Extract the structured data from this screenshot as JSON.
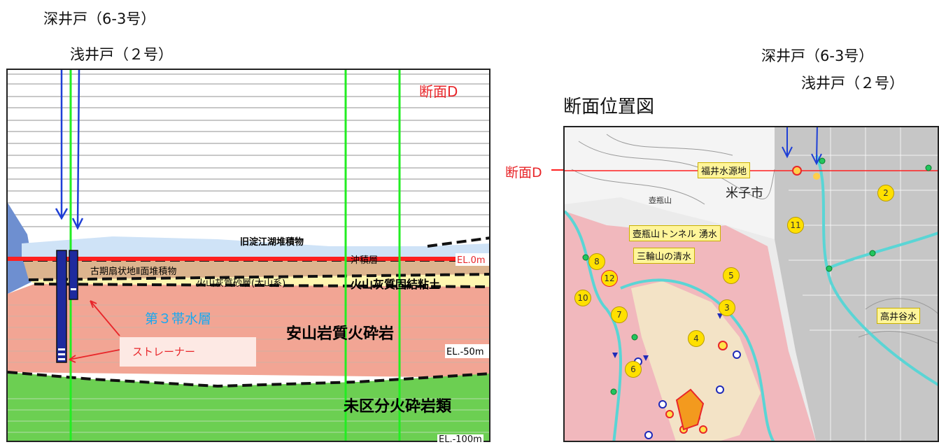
{
  "labels": {
    "deep_well_left": "深井戸（6-3号）",
    "shallow_well_left": "浅井戸（２号）",
    "deep_well_right": "深井戸（6-3号）",
    "shallow_well_right": "浅井戸（２号）",
    "section_title": "断面D",
    "section_map_title": "断面位置図",
    "section_marker": "断面D"
  },
  "cross_section": {
    "layers": {
      "lake": "旧淀江湖堆積物",
      "okizumi": "沖積層",
      "fan": "古期扇状地Ⅱ面堆積物",
      "volcanic_sand": "火山灰質砂層(大山系)",
      "volcanic_clay": "火山灰質固結粘土",
      "andesite": "安山岩質火砕岩",
      "undivided": "未区分火砕岩類"
    },
    "aquifer": "第３帯水層",
    "strainer": "ストレーナー",
    "elevations": [
      "EL.0m",
      "EL.-50m",
      "EL.-100m"
    ]
  },
  "map": {
    "places": [
      "福井水源地",
      "壺瓶山トンネル 湧水",
      "三輪山の清水",
      "高井谷水",
      "米子市",
      "壺瓶山"
    ],
    "numbers": [
      "2",
      "11",
      "8",
      "12",
      "5",
      "10",
      "7",
      "3",
      "4",
      "6"
    ]
  },
  "colors": {
    "blue_arrow": "#1e3fd6",
    "green_line": "#22ee22",
    "red_line": "#ff2020",
    "andesite": "#f2a594",
    "undivided": "#6ccf52",
    "fan": "#dcb48e",
    "sand": "#fff6b0",
    "lake": "#cfe3f7"
  }
}
